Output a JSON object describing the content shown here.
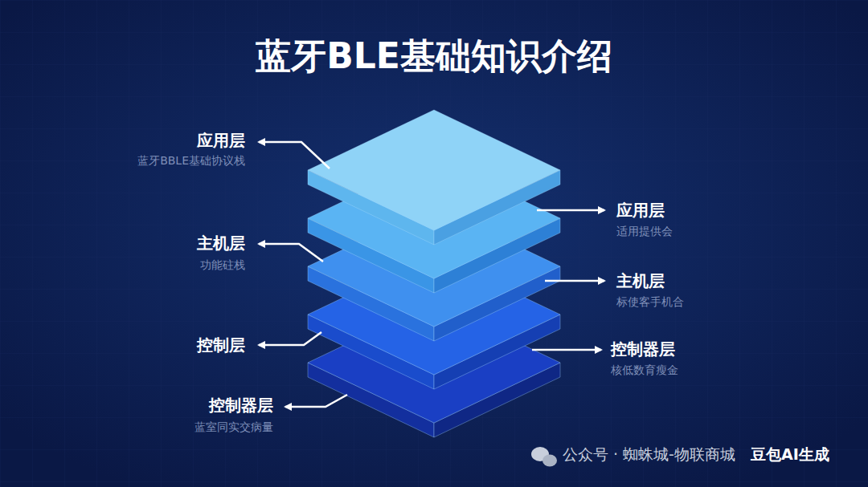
{
  "diagram": {
    "title": "蓝牙BLE基础知识介绍",
    "labels": [
      "应用层",
      "蓝牙BBLE基础协议栈",
      "应用层",
      "适用提供会",
      "主机层",
      "功能砫栈",
      "主机层",
      "标使客手机合",
      "控制层",
      "控制器层",
      "核低数育瘦金",
      "控制器层",
      "蓝室同实交病量",
      "公众号 · 蜘蛛城-物联商城",
      "豆包AI生成"
    ]
  }
}
